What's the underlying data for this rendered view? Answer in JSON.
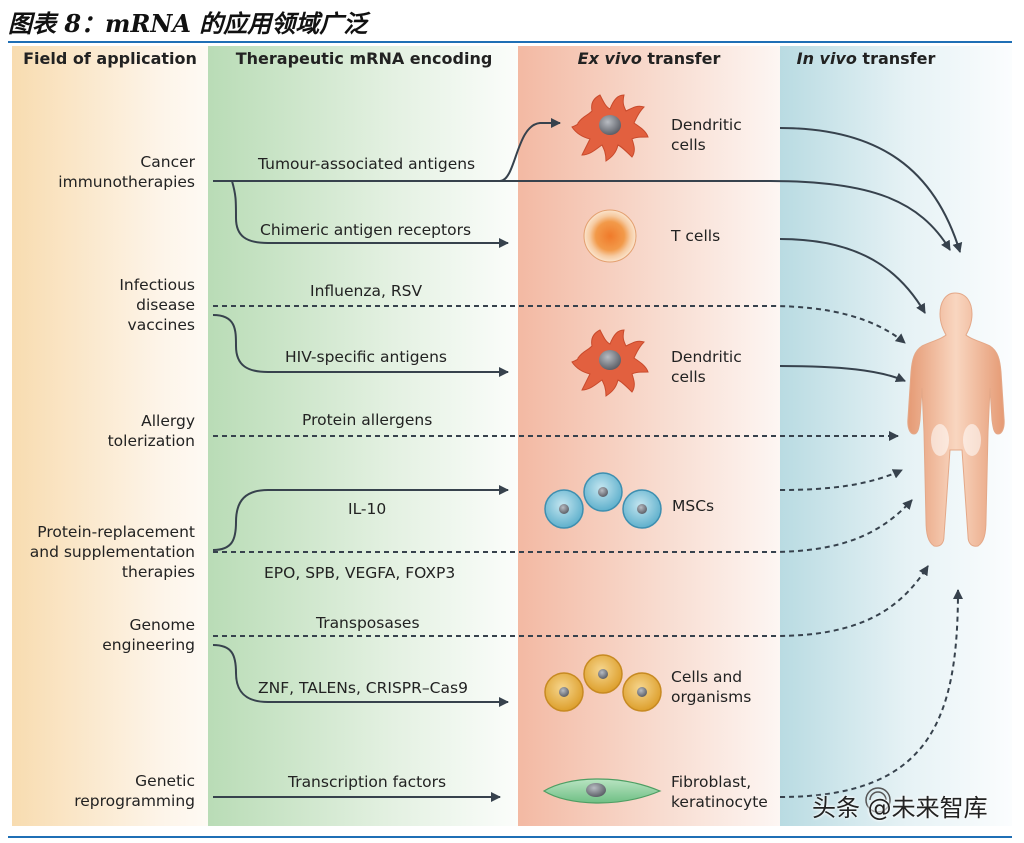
{
  "figure_title": "图表 8：mRNA 的应用领域广泛",
  "headers": {
    "field": "Field of application",
    "encoding": "Therapeutic mRNA encoding",
    "ex_vivo_italic": "Ex vivo",
    "ex_vivo_rest": " transfer",
    "in_vivo_italic": "In vivo",
    "in_vivo_rest": " transfer"
  },
  "fields": {
    "cancer": [
      "Cancer",
      "immunotherapies"
    ],
    "infectious": [
      "Infectious",
      "disease",
      "vaccines"
    ],
    "allergy": [
      "Allergy",
      "tolerization"
    ],
    "protein": [
      "Protein-replacement",
      "and supplementation",
      "therapies"
    ],
    "genome": [
      "Genome",
      "engineering"
    ],
    "genetic": [
      "Genetic",
      "reprogramming"
    ]
  },
  "encodings": {
    "tumour": "Tumour-associated antigens",
    "car": "Chimeric antigen receptors",
    "influenza": "Influenza, RSV",
    "hiv": "HIV-specific antigens",
    "allergens": "Protein allergens",
    "il10": "IL-10",
    "epo": "EPO, SPB, VEGFA, FOXP3",
    "transposases": "Transposases",
    "znf": "ZNF, TALENs, CRISPR–Cas9",
    "tf": "Transcription factors"
  },
  "cells": {
    "dendritic1": [
      "Dendritic",
      "cells"
    ],
    "tcells": "T cells",
    "dendritic2": [
      "Dendritic",
      "cells"
    ],
    "mscs": "MSCs",
    "cells_org": [
      "Cells and",
      "organisms"
    ],
    "fibroblast": [
      "Fibroblast,",
      "keratinocyte"
    ]
  },
  "watermark": "头条 @未来智库",
  "colors": {
    "field_band": "#f8dcb0",
    "encoding_band": "#b9dcb6",
    "ex_vivo_band": "#f3b9a3",
    "in_vivo_band": "#b9dbe2",
    "dendritic_cell": "#e2603f",
    "t_cell": "#f0883a",
    "msc": "#6fb7cf",
    "engineered_cell": "#e3a93a",
    "fibroblast": "#8fcf9d",
    "arrow": "#37424d",
    "rule": "#1f6fb5"
  }
}
